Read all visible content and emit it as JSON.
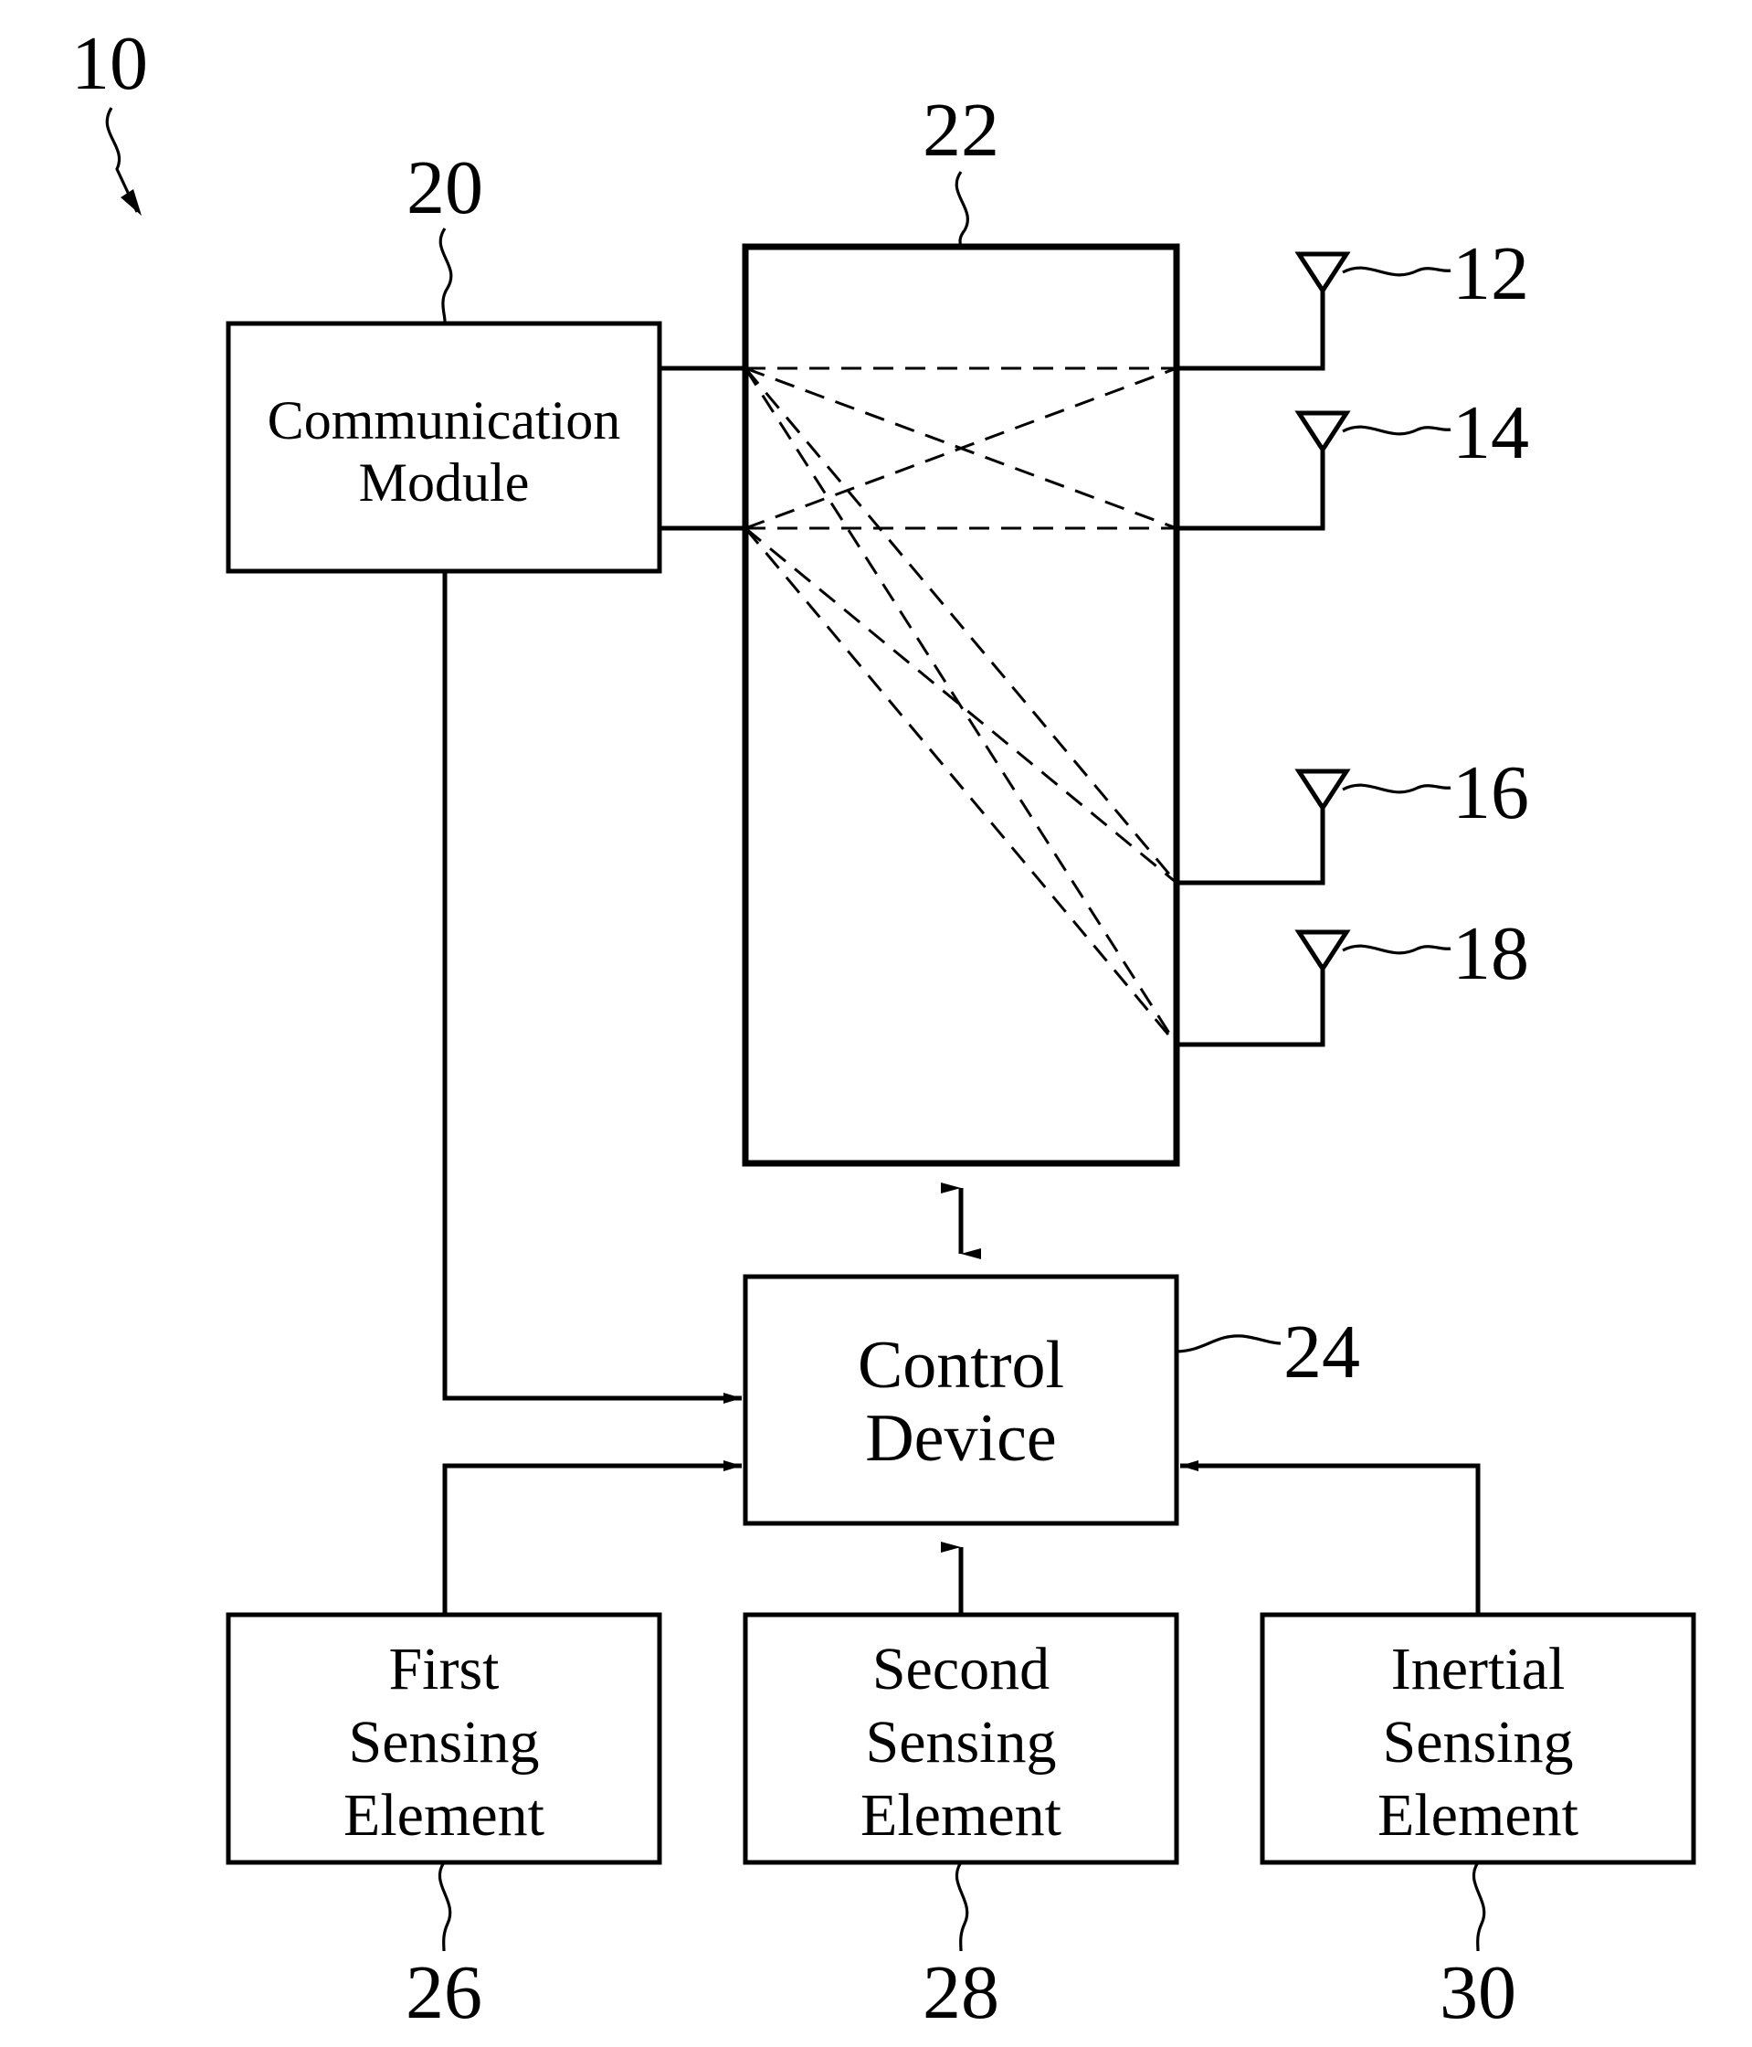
{
  "figure": {
    "ref_device": "10"
  },
  "blocks": {
    "communication_module": {
      "ref": "20",
      "lines": [
        "Communication",
        "Module"
      ]
    },
    "switch_module": {
      "ref": "22"
    },
    "control_device": {
      "ref": "24",
      "lines": [
        "Control",
        "Device"
      ]
    },
    "first_sensing_element": {
      "ref": "26",
      "lines": [
        "First",
        "Sensing",
        "Element"
      ]
    },
    "second_sensing_element": {
      "ref": "28",
      "lines": [
        "Second",
        "Sensing",
        "Element"
      ]
    },
    "inertial_sensing_element": {
      "ref": "30",
      "lines": [
        "Inertial",
        "Sensing",
        "Element"
      ]
    }
  },
  "antennas": [
    {
      "ref": "12"
    },
    {
      "ref": "14"
    },
    {
      "ref": "16"
    },
    {
      "ref": "18"
    }
  ]
}
